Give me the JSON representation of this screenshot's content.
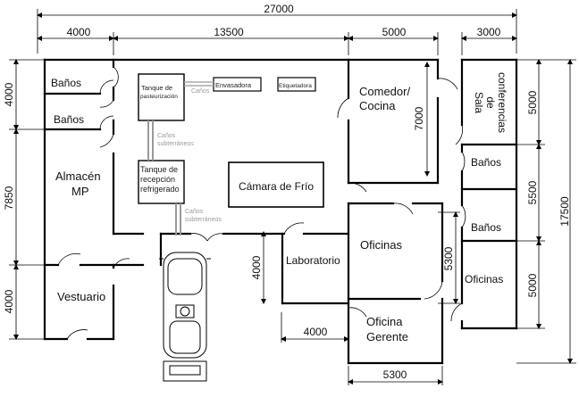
{
  "dimensions": {
    "overall_width": "27000",
    "seg_almacen": "4000",
    "seg_produccion": "13500",
    "seg_comedor": "5000",
    "seg_sala": "3000",
    "left_banos": "4000",
    "left_almacen": "7850",
    "left_vestuario": "4000",
    "right_sala": "5000",
    "right_banos": "5500",
    "right_oficinas": "5000",
    "overall_height": "17500",
    "comedor_height": "7000",
    "oficinas_height": "5300",
    "laboratorio_height": "4000",
    "laboratorio_width": "4000",
    "gerente_width": "5300"
  },
  "rooms": {
    "banos_1": "Baños",
    "banos_2": "Baños",
    "almacen_l1": "Almacén",
    "almacen_l2": "MP",
    "vestuario": "Vestuario",
    "comedor_l1": "Comedor/",
    "comedor_l2": "Cocina",
    "sala_l1": "Sala",
    "sala_l2": "de",
    "sala_l3": "conferencias",
    "banos_r1": "Baños",
    "banos_r2": "Baños",
    "oficinas_r": "Oficinas",
    "camara": "Cámara de Frío",
    "oficinas_c": "Oficinas",
    "laboratorio": "Laboratorio",
    "gerente_l1": "Oficina",
    "gerente_l2": "Gerente"
  },
  "equipment": {
    "pasteur_l1": "Tanque de",
    "pasteur_l2": "pasteurización",
    "envasadora": "Envasadora",
    "etiquetadora": "Etiquetadora",
    "recepcion_l1": "Tanque de",
    "recepcion_l2": "recepción",
    "recepcion_l3": "refrigerado",
    "canos_1": "Caños",
    "canos_2_l1": "Caños",
    "canos_2_l2": "subterráneos",
    "canos_3_l1": "Caños",
    "canos_3_l2": "subterráneos"
  }
}
